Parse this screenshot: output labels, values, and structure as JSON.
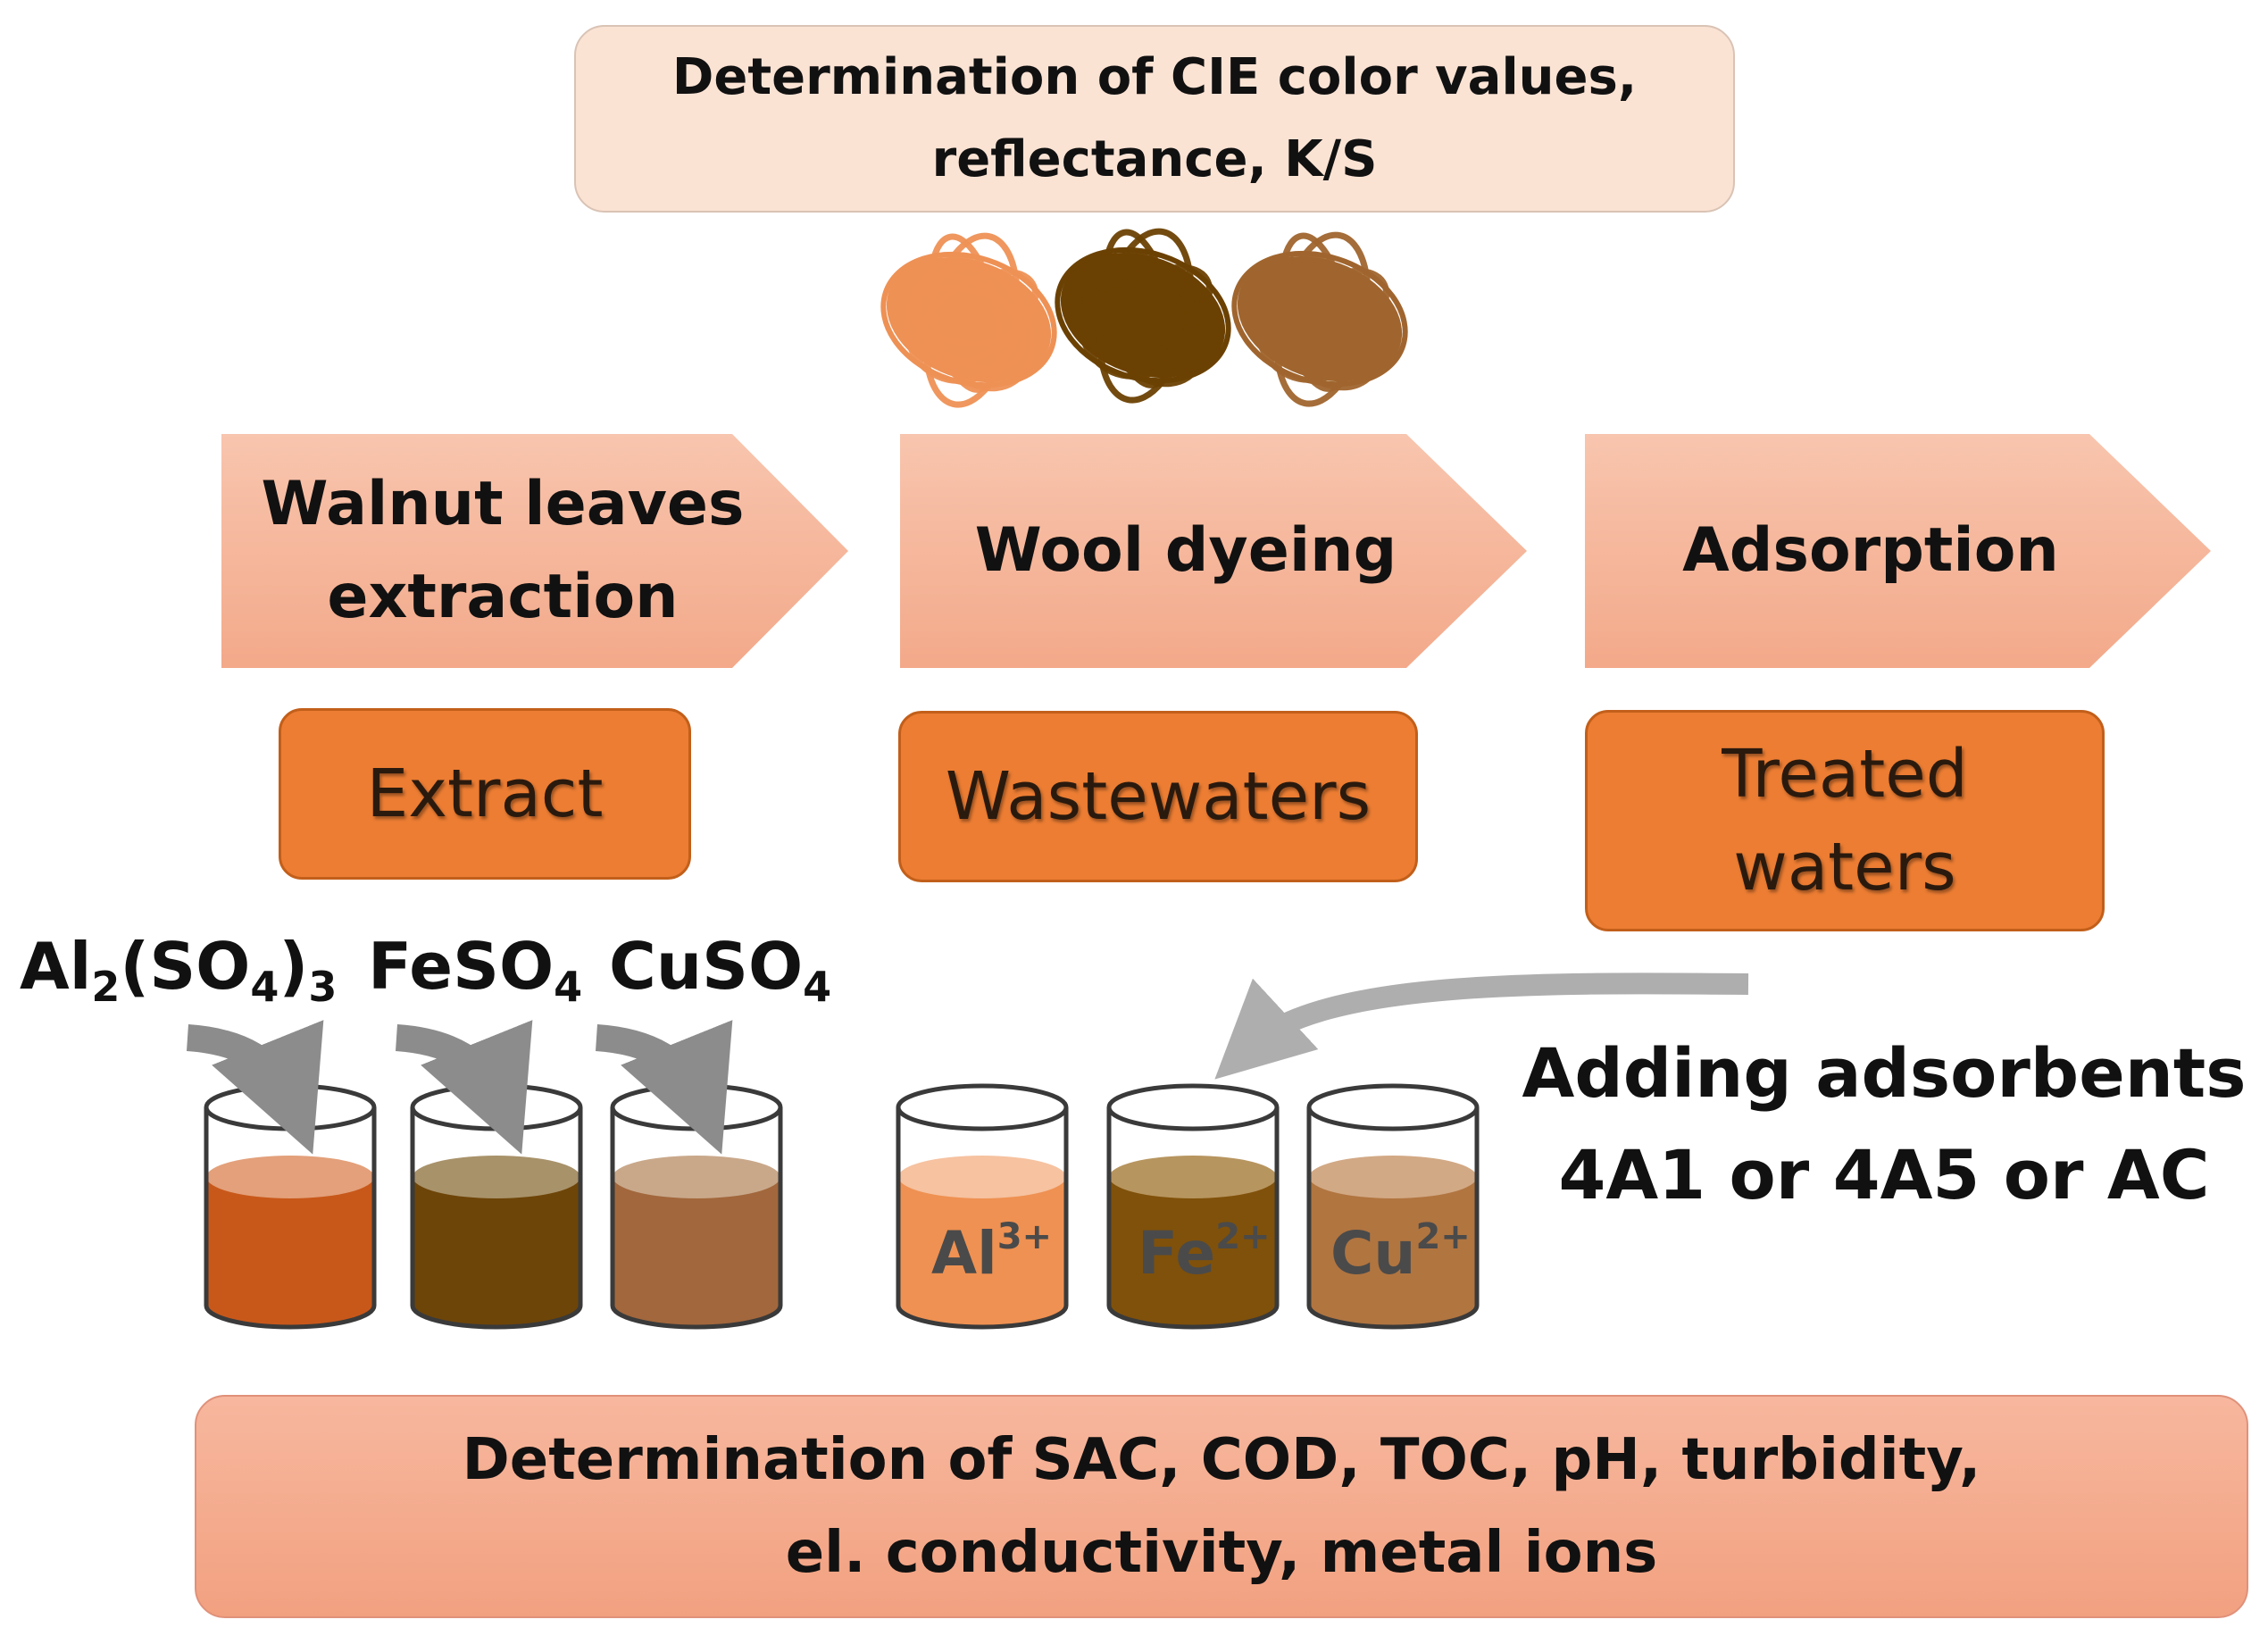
{
  "top_box": {
    "line1": "Determination of CIE color values,",
    "line2": "reflectance, K/S"
  },
  "steps": [
    {
      "line1": "Walnut leaves",
      "line2": "extraction"
    },
    {
      "line1": "Wool dyeing"
    },
    {
      "line1": "Adsorption"
    }
  ],
  "results": [
    {
      "line1": "Extract"
    },
    {
      "line1": "Wastewaters"
    },
    {
      "line1": "Treated",
      "line2": "waters"
    }
  ],
  "salts": [
    {
      "base": "Al",
      "sub1": "2",
      "mid": "(SO",
      "sub2": "4",
      "close": ")",
      "sub3": "3"
    },
    {
      "base": "FeSO",
      "sub1": "4"
    },
    {
      "base": "CuSO",
      "sub1": "4"
    }
  ],
  "ions": [
    {
      "symbol": "Al",
      "charge": "3+"
    },
    {
      "symbol": "Fe",
      "charge": "2+"
    },
    {
      "symbol": "Cu",
      "charge": "2+"
    }
  ],
  "adsorbents": {
    "line1": "Adding adsorbents",
    "line2": "4A1 or 4A5 or AC"
  },
  "bottom_box": {
    "line1": "Determination of SAC, COD, TOC, pH, turbidity,",
    "line2": "el. conductivity, metal ions"
  },
  "colors": {
    "yarn": [
      "#ee9155",
      "#6b4103",
      "#a0652e"
    ],
    "mordant_liquids": [
      "#c8581a",
      "#6e4508",
      "#a2673c"
    ],
    "mordant_surfaces": [
      "#e3a07a",
      "#a8926a",
      "#c9a88a"
    ],
    "ion_liquids": [
      "#ef9152",
      "#80510a",
      "#b17540"
    ],
    "ion_surfaces": [
      "#f6c2a0",
      "#b7955f",
      "#d2a985"
    ],
    "step_fill": "#f6b69c",
    "result_fill": "#ec7d33",
    "arrow": "#8c8c8c"
  },
  "icons": [
    "yarn-ball-icon",
    "beaker-icon",
    "curved-arrow-icon"
  ]
}
